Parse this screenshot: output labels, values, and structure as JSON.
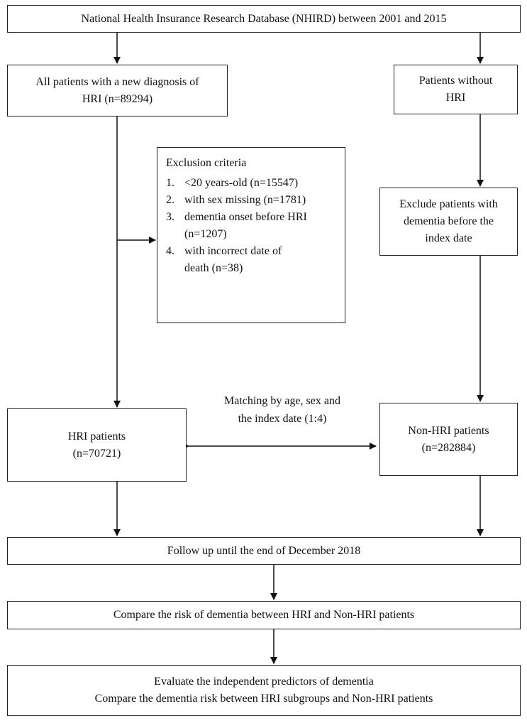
{
  "source": "National Health Insurance Research Database (NHIRD) between 2001 and 2015",
  "hri_new_diagnosis": [
    "All patients with a new diagnosis of",
    "HRI (n=89294)"
  ],
  "no_hri": [
    "Patients without",
    "HRI"
  ],
  "exclusion": {
    "title": "Exclusion criteria",
    "items": [
      {
        "num": "1.",
        "lines": [
          "<20 years-old (n=15547)"
        ]
      },
      {
        "num": "2.",
        "lines": [
          "with sex missing (n=1781)"
        ]
      },
      {
        "num": "3.",
        "lines": [
          "dementia onset before HRI",
          "(n=1207)"
        ]
      },
      {
        "num": "4.",
        "lines": [
          "with incorrect date of",
          "death (n=38)"
        ]
      }
    ]
  },
  "exclude_dementia": [
    "Exclude patients with",
    "dementia before the",
    "index date"
  ],
  "matching": [
    "Matching by age, sex and",
    "the index date (1:4)"
  ],
  "hri_patients": [
    "HRI patients",
    "(n=70721)"
  ],
  "non_hri_patients": [
    "Non-HRI patients",
    "(n=282884)"
  ],
  "follow_up": "Follow up until the end of December 2018",
  "compare": "Compare the risk of dementia between HRI and Non-HRI patients",
  "evaluate": [
    "Evaluate the independent predictors of dementia",
    "Compare the dementia risk between HRI subgroups and Non-HRI patients"
  ]
}
